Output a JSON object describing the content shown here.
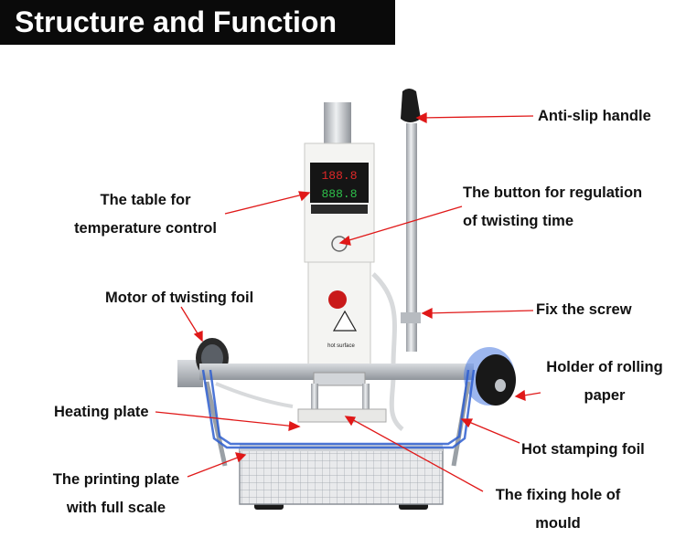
{
  "title": "Structure and Function",
  "labels": {
    "anti_slip_handle": "Anti-slip handle",
    "temp_table": [
      "The table for",
      "temperature control"
    ],
    "button_regulation": [
      "The button for regulation",
      "of twisting time"
    ],
    "motor_twisting_foil": "Motor of twisting foil",
    "fix_screw": "Fix the screw",
    "holder_rolling_paper": [
      "Holder of rolling",
      "paper"
    ],
    "heating_plate": "Heating plate",
    "hot_stamping_foil": "Hot stamping foil",
    "printing_plate": [
      "The printing plate",
      "with full scale"
    ],
    "fixing_hole": [
      "The fixing hole of",
      "mould"
    ]
  },
  "machine": {
    "display_top": "188.8",
    "display_bottom": "888.8",
    "warning_text": "hot surface"
  },
  "colors": {
    "title_bg": "#0a0a0a",
    "title_text": "#ffffff",
    "leader_line": "#e01818",
    "foil_blue": "#2f5fd0"
  }
}
